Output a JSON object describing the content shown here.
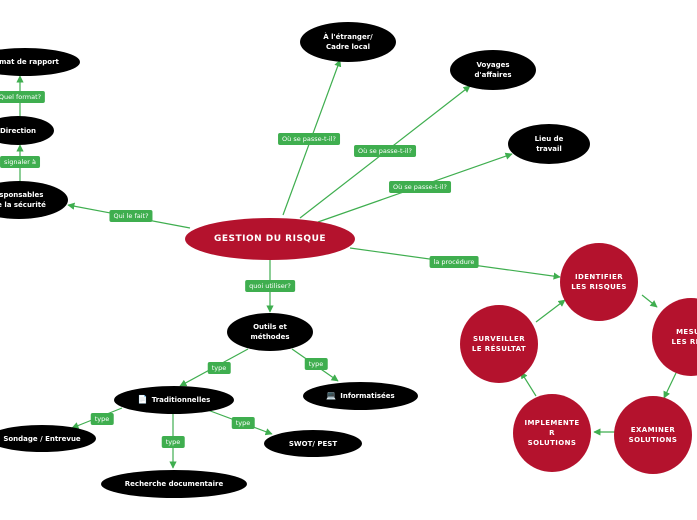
{
  "central": {
    "label": "GESTION DU RISQUE"
  },
  "nodes": {
    "format_rapport": "...mat de rapport",
    "direction": "Direction",
    "responsables_line1": "esponsables",
    "responsables_line2": "de la sécurité",
    "etranger_line1": "À l'étranger/",
    "etranger_line2": "Cadre local",
    "voyages_line1": "Voyages",
    "voyages_line2": "d'affaires",
    "lieu_line1": "Lieu de",
    "lieu_line2": "travail",
    "outils_line1": "Outils et",
    "outils_line2": "méthodes",
    "traditionnelles": "Traditionnelles",
    "informatisees": "Informatisées",
    "sondage": "Sondage / Entrevue",
    "swot": "SWOT/ PEST",
    "recherche": "Recherche documentaire"
  },
  "cycle": {
    "identifier_line1": "IDENTIFIER",
    "identifier_line2": "LES RISQUES",
    "mesurer_line1": "MESUR",
    "mesurer_line2": "LES RISQ",
    "examiner_line1": "EXAMINER",
    "examiner_line2": "SOLUTIONS",
    "implementer_line1": "IMPLEMENTE",
    "implementer_line2": "R",
    "implementer_line3": "SOLUTIONS",
    "surveiller_line1": "SURVEILLER",
    "surveiller_line2": "LE RÉSULTAT"
  },
  "edge_labels": {
    "quel_format": "Quel format?",
    "signaler": "signaler à",
    "qui_le_fait": "Qui le fait?",
    "ou_passe_1": "Où se passe-t-il?",
    "ou_passe_2": "Où se passe-t-il?",
    "ou_passe_3": "Où se passe-t-il?",
    "la_procedure": "la procédure",
    "quoi_utiliser": "quoi utiliser?",
    "type_1": "type",
    "type_2": "type",
    "type_3": "type",
    "type_4": "type",
    "type_5": "type"
  },
  "icons": {
    "traditionnelles": "document-icon",
    "informatisees": "laptop-icon"
  },
  "colors": {
    "connector": "#3fae4f",
    "main_node": "#b4122d",
    "sub_node": "#000000",
    "label_bg": "#3fae4f"
  }
}
